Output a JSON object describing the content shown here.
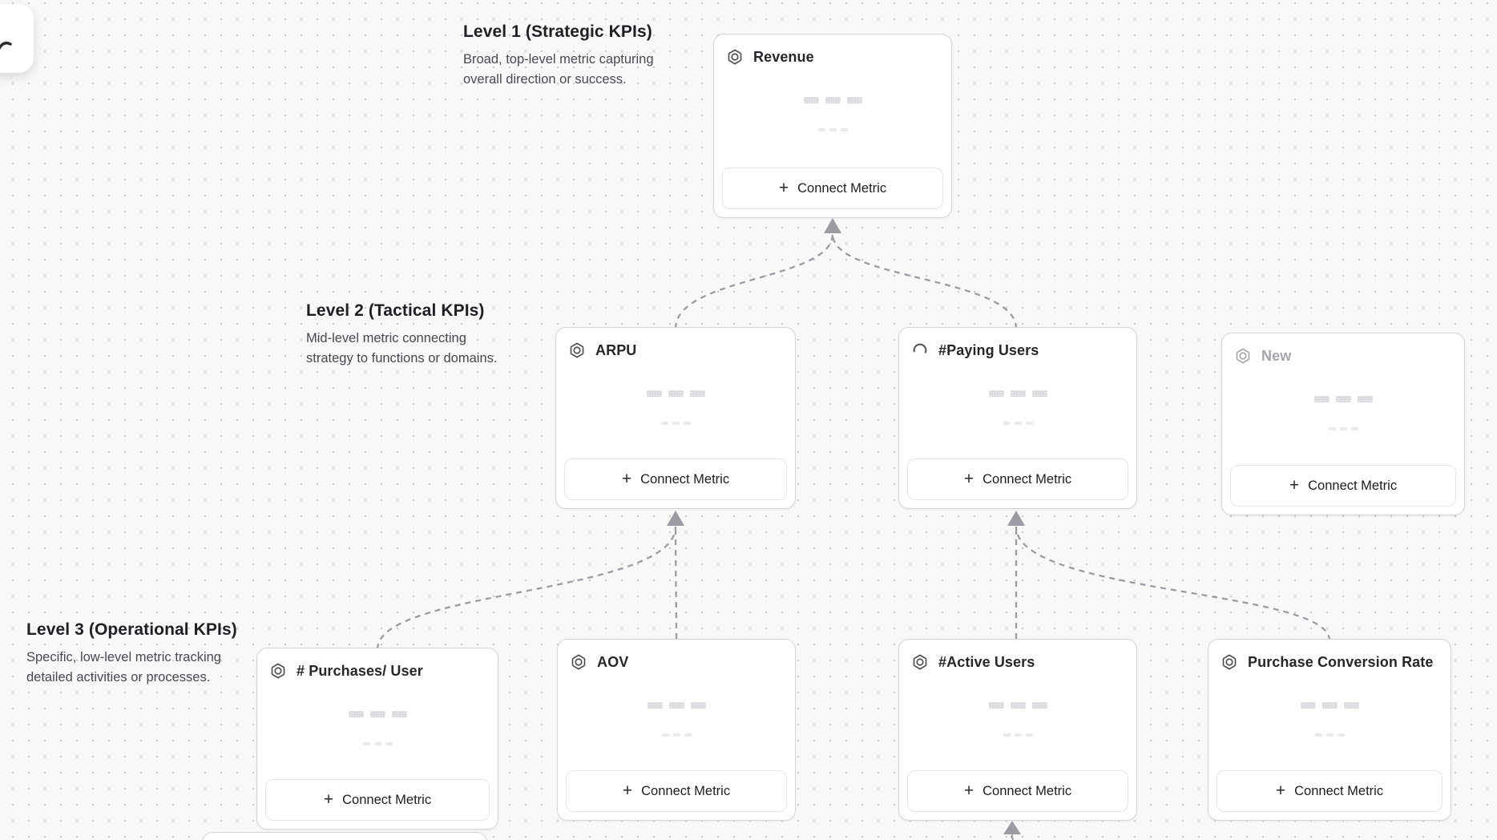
{
  "labels": {
    "connect_metric": "Connect Metric",
    "plus": "+"
  },
  "levels": [
    {
      "title": "Level 1 (Strategic KPIs)",
      "description": "Broad, top-level metric capturing overall direction or success."
    },
    {
      "title": "Level 2 (Tactical KPIs)",
      "description": "Mid-level metric connecting strategy to functions or domains."
    },
    {
      "title": "Level 3 (Operational KPIs)",
      "description": "Specific, low-level metric tracking detailed activities or processes."
    }
  ],
  "cards": [
    {
      "id": "revenue",
      "title": "Revenue",
      "level": 1,
      "icon": "hexagon-metric-icon",
      "state": "default"
    },
    {
      "id": "arpu",
      "title": "ARPU",
      "level": 2,
      "icon": "hexagon-metric-icon",
      "state": "default"
    },
    {
      "id": "paying-users",
      "title": "#Paying Users",
      "level": 2,
      "icon": "loading-spinner-icon",
      "state": "loading"
    },
    {
      "id": "new",
      "title": "New",
      "level": 2,
      "icon": "hexagon-metric-icon",
      "state": "draft"
    },
    {
      "id": "purchases-per-user",
      "title": "# Purchases/ User",
      "level": 3,
      "icon": "hexagon-metric-icon",
      "state": "default"
    },
    {
      "id": "aov",
      "title": "AOV",
      "level": 3,
      "icon": "hexagon-metric-icon",
      "state": "default"
    },
    {
      "id": "active-users",
      "title": "#Active Users",
      "level": 3,
      "icon": "hexagon-metric-icon",
      "state": "default"
    },
    {
      "id": "purchase-conversion-rate",
      "title": "Purchase Conversion Rate",
      "level": 3,
      "icon": "hexagon-metric-icon",
      "state": "default"
    }
  ],
  "connections": [
    {
      "from": "ARPU",
      "to": "Revenue"
    },
    {
      "from": "#Paying Users",
      "to": "Revenue"
    },
    {
      "from": "# Purchases/ User",
      "to": "ARPU"
    },
    {
      "from": "AOV",
      "to": "ARPU"
    },
    {
      "from": "#Active Users",
      "to": "#Paying Users"
    },
    {
      "from": "Purchase Conversion Rate",
      "to": "#Paying Users"
    },
    {
      "from": "offscreen-node",
      "to": "#Active Users"
    }
  ],
  "colors": {
    "canvas_bg": "#f8f8f9",
    "dot_grid": "#c7c8cd",
    "card_border": "#d4d5d9",
    "connector": "#9b9ca3",
    "title_text": "#26272c",
    "muted_text": "#a4a5ad",
    "skeleton": "#e3e4e8"
  }
}
